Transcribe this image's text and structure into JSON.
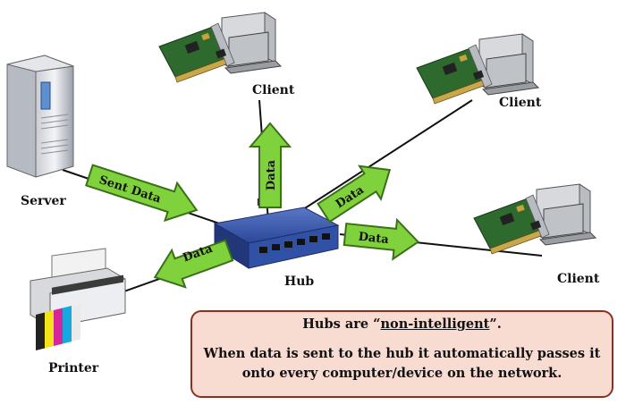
{
  "nodes": {
    "server": "Server",
    "client_top": "Client",
    "client_right_top": "Client",
    "client_right_bottom": "Client",
    "hub": "Hub",
    "printer": "Printer"
  },
  "arrows": {
    "server_to_hub": "Sent Data",
    "hub_to_client_top": "Data",
    "hub_to_client_right_top": "Data",
    "hub_to_client_right_bottom": "Data",
    "hub_to_printer": "Data"
  },
  "callout": {
    "prefix": "Hubs are “",
    "emphasis": "non-intelligent",
    "suffix": "”.",
    "line2a": "When data is sent to the hub it automatically passes it",
    "line2b": "onto every computer/device on the network."
  },
  "colors": {
    "arrow_fill": "#7fd23c",
    "arrow_stroke": "#3b6f1a",
    "hub_body": "#2f4fa0",
    "callout_fill": "#f8dcd2",
    "callout_border": "#8e2f20"
  }
}
